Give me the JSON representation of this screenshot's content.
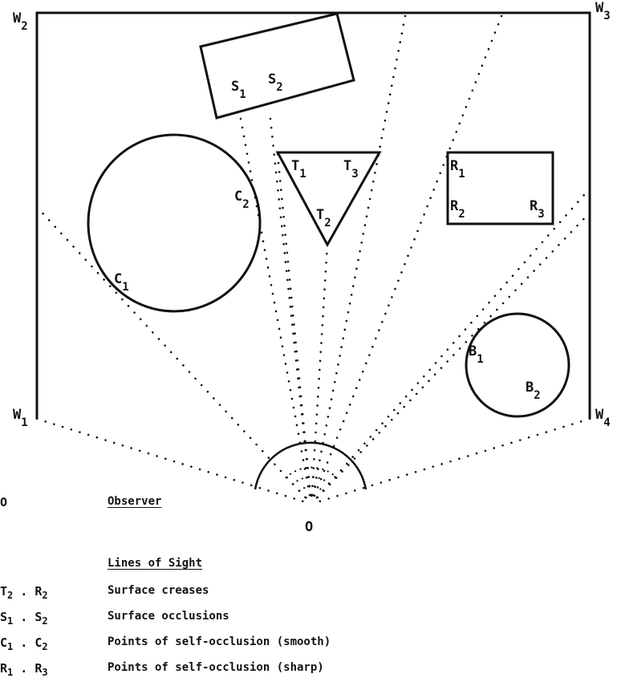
{
  "points": {
    "W1": {
      "base": "W",
      "sub": "1"
    },
    "W2": {
      "base": "W",
      "sub": "2"
    },
    "W3": {
      "base": "W",
      "sub": "3"
    },
    "W4": {
      "base": "W",
      "sub": "4"
    },
    "S1": {
      "base": "S",
      "sub": "1"
    },
    "S2": {
      "base": "S",
      "sub": "2"
    },
    "C1": {
      "base": "C",
      "sub": "1"
    },
    "C2": {
      "base": "C",
      "sub": "2"
    },
    "T1": {
      "base": "T",
      "sub": "1"
    },
    "T2": {
      "base": "T",
      "sub": "2"
    },
    "T3": {
      "base": "T",
      "sub": "3"
    },
    "R1": {
      "base": "R",
      "sub": "1"
    },
    "R2": {
      "base": "R",
      "sub": "2"
    },
    "R3": {
      "base": "R",
      "sub": "3"
    },
    "B1": {
      "base": "B",
      "sub": "1"
    },
    "B2": {
      "base": "B",
      "sub": "2"
    },
    "O": {
      "base": "O"
    }
  },
  "legend": {
    "observer_symbol": "O",
    "observer_label": "Observer",
    "lines_heading": "Lines of Sight",
    "rows": [
      {
        "a": "T",
        "as": "2",
        "b": "R",
        "bs": "2",
        "text": "Surface creases"
      },
      {
        "a": "S",
        "as": "1",
        "b": "S",
        "bs": "2",
        "text": "Surface occlusions"
      },
      {
        "a": "C",
        "as": "1",
        "b": "C",
        "bs": "2",
        "text": "Points of self-occlusion (smooth)"
      },
      {
        "a": "R",
        "as": "1",
        "b": "R",
        "bs": "3",
        "text": "Points of self-occlusion (sharp)"
      }
    ]
  }
}
